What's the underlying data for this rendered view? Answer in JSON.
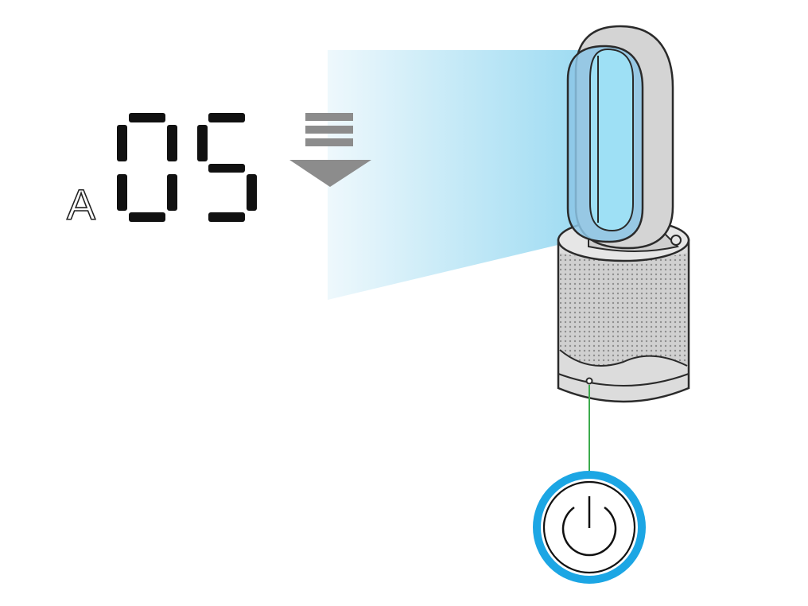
{
  "display": {
    "mode_letter": "A",
    "speed_value": "05"
  },
  "airflow": {
    "direction": "down",
    "arrow_icon": "down-arrow-icon"
  },
  "power": {
    "icon": "power-icon"
  },
  "colors": {
    "airflow_light": "#e9f6fc",
    "airflow_dark": "#9ddbf2",
    "arrow_gray": "#8c8c8c",
    "power_ring": "#1ca6e4",
    "leader_line": "#3cab4c",
    "device_body": "#d9d9d9",
    "loop_blue": "#8cc5e6"
  }
}
